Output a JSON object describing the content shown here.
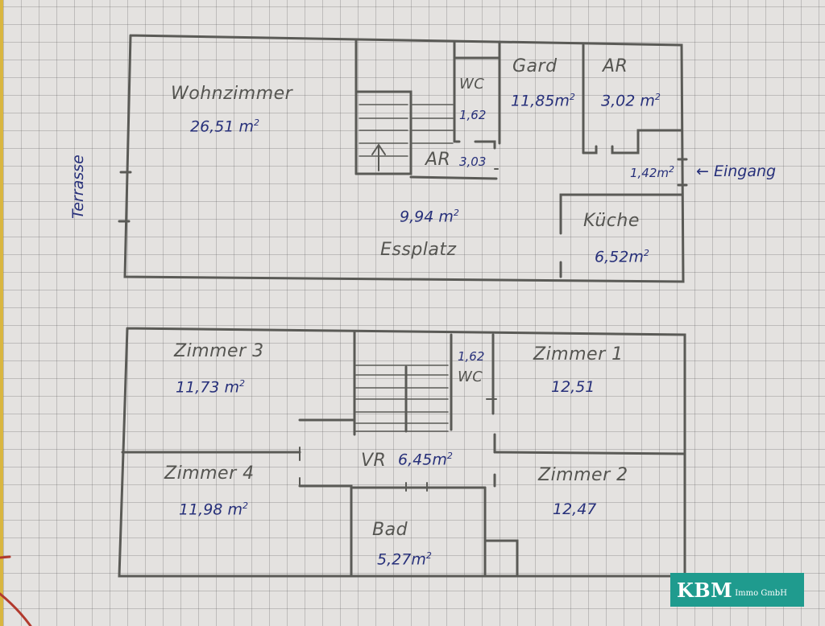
{
  "upper_floor": {
    "outside_label": "Terrasse",
    "entrance": {
      "arrow": "left-arrow",
      "label": "Eingang"
    },
    "rooms": [
      {
        "id": "wohnzimmer",
        "name": "Wohnzimmer",
        "area": "26,51",
        "unit": "m",
        "sup": "2"
      },
      {
        "id": "wc-upper",
        "name": "WC",
        "area": "1,62",
        "unit": "",
        "sup": ""
      },
      {
        "id": "ar-small",
        "name": "AR",
        "area": "3,03",
        "unit": "",
        "sup": ""
      },
      {
        "id": "gard",
        "name": "Gard",
        "area": "11,85",
        "unit": "m",
        "sup": "2"
      },
      {
        "id": "ar-upper",
        "name": "AR",
        "area": "3,02",
        "unit": "m",
        "sup": "2"
      },
      {
        "id": "entry-hall",
        "name": "",
        "area": "1,42",
        "unit": "m",
        "sup": "2"
      },
      {
        "id": "essplatz",
        "name": "Essplatz",
        "area": "9,94",
        "unit": "m",
        "sup": "2"
      },
      {
        "id": "kueche",
        "name": "Küche",
        "area": "6,52",
        "unit": "m",
        "sup": "2"
      }
    ]
  },
  "lower_floor": {
    "rooms": [
      {
        "id": "zimmer3",
        "name": "Zimmer 3",
        "area": "11,73",
        "unit": "m",
        "sup": "2"
      },
      {
        "id": "wc-lower",
        "name": "WC",
        "area": "1,62",
        "unit": "",
        "sup": ""
      },
      {
        "id": "zimmer1",
        "name": "Zimmer 1",
        "area": "12,51",
        "unit": "",
        "sup": ""
      },
      {
        "id": "vr",
        "name": "VR",
        "area": "6,45",
        "unit": "m",
        "sup": "2"
      },
      {
        "id": "zimmer4",
        "name": "Zimmer 4",
        "area": "11,98",
        "unit": "m",
        "sup": "2"
      },
      {
        "id": "zimmer2",
        "name": "Zimmer 2",
        "area": "12,47",
        "unit": "",
        "sup": ""
      },
      {
        "id": "bad",
        "name": "Bad",
        "area": "5,27",
        "unit": "m",
        "sup": "2"
      }
    ]
  },
  "logo": {
    "brand": "KBM",
    "subtitle": "Immo GmbH",
    "color": "#1f9b8e"
  },
  "colors": {
    "wall": "#5a5a56",
    "name_text": "#555551",
    "area_text": "#27307a",
    "paper": "#e4e2e0"
  }
}
